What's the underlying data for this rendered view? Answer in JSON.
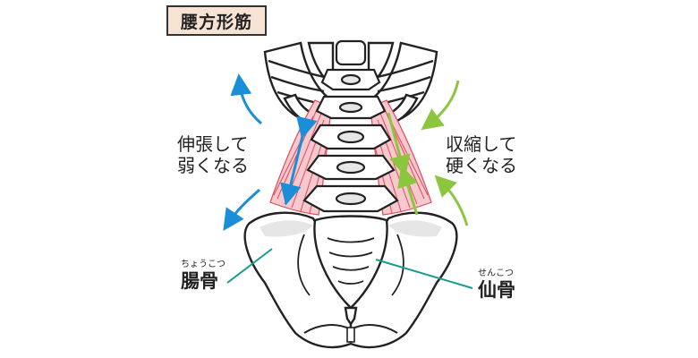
{
  "title": "腰方形筋",
  "labels": {
    "stretch_line1": "伸張して",
    "stretch_line2": "弱くなる",
    "contract_line1": "収縮して",
    "contract_line2": "硬くなる",
    "ilium": "腸骨",
    "ilium_reading": "ちょうこつ",
    "sacrum": "仙骨",
    "sacrum_reading": "せんこつ"
  },
  "colors": {
    "stretch_arrow": "#1a8fd8",
    "contract_arrow": "#8cc63f",
    "muscle": "#e0485a",
    "pointer_line": "#1a9a8f",
    "title_bg": "#f7e3d4",
    "bone_fill": "#ffffff",
    "bone_shade": "#e6e6e6"
  },
  "icons": {
    "stretch_arrows": "curved-arrow-outward-icon",
    "contract_arrows": "curved-arrow-inward-icon"
  }
}
